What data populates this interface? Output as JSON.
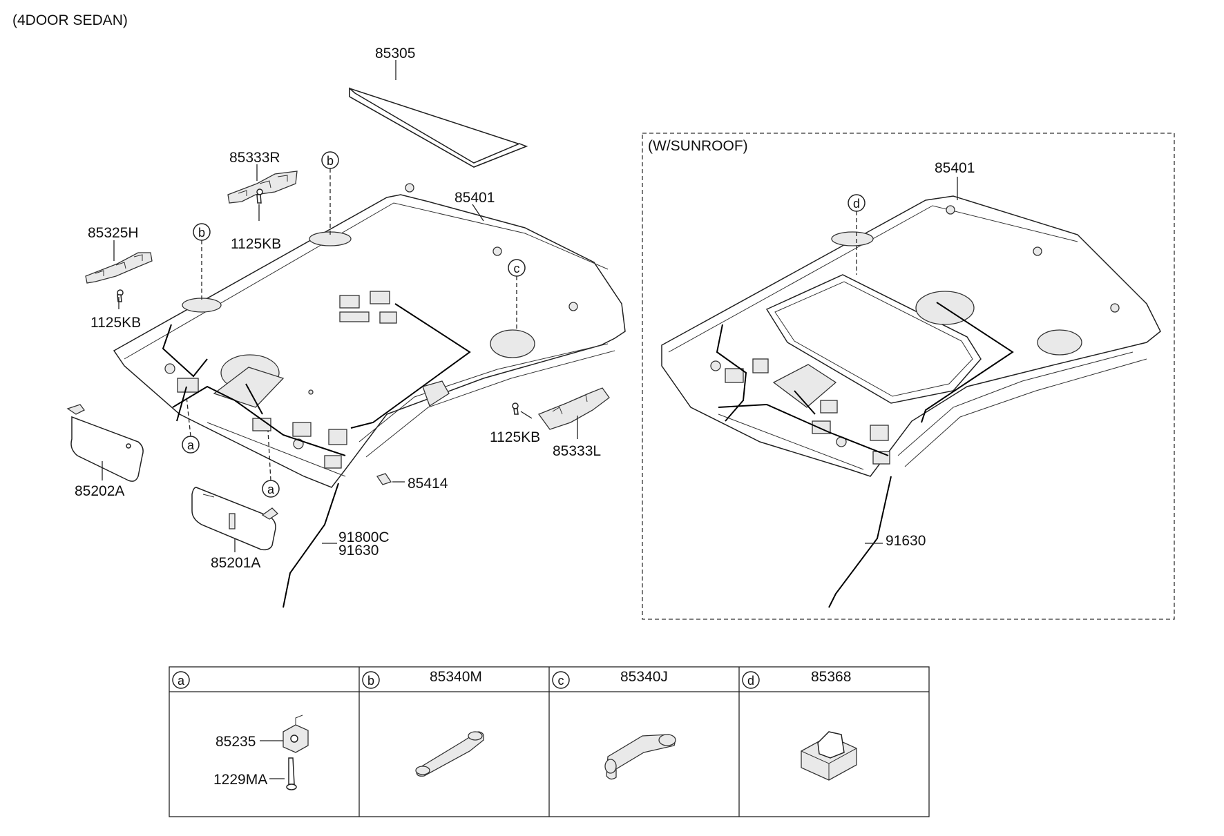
{
  "diagram": {
    "variant_title": "(4DOOR SEDAN)",
    "sunroof_title": "(W/SUNROOF)",
    "labels": {
      "p85305": "85305",
      "p85333R": "85333R",
      "p1125KB_a": "1125KB",
      "p85325H": "85325H",
      "p1125KB_b": "1125KB",
      "p85401": "85401",
      "p1125KB_c": "1125KB",
      "p85333L": "85333L",
      "p85414": "85414",
      "p85202A": "85202A",
      "p85201A": "85201A",
      "p91800C": "91800C",
      "p91630_a": "91630",
      "p85401_sr": "85401",
      "p91630_sr": "91630"
    },
    "callouts": {
      "a1": "a",
      "a2": "a",
      "b1": "b",
      "b2": "b",
      "c1": "c",
      "d1": "d"
    }
  },
  "legend_table": {
    "cells": [
      {
        "key": "a",
        "part": "",
        "sub_labels": [
          "85235",
          "1229MA"
        ]
      },
      {
        "key": "b",
        "part": "85340M",
        "sub_labels": []
      },
      {
        "key": "c",
        "part": "85340J",
        "sub_labels": []
      },
      {
        "key": "d",
        "part": "85368",
        "sub_labels": []
      }
    ]
  }
}
